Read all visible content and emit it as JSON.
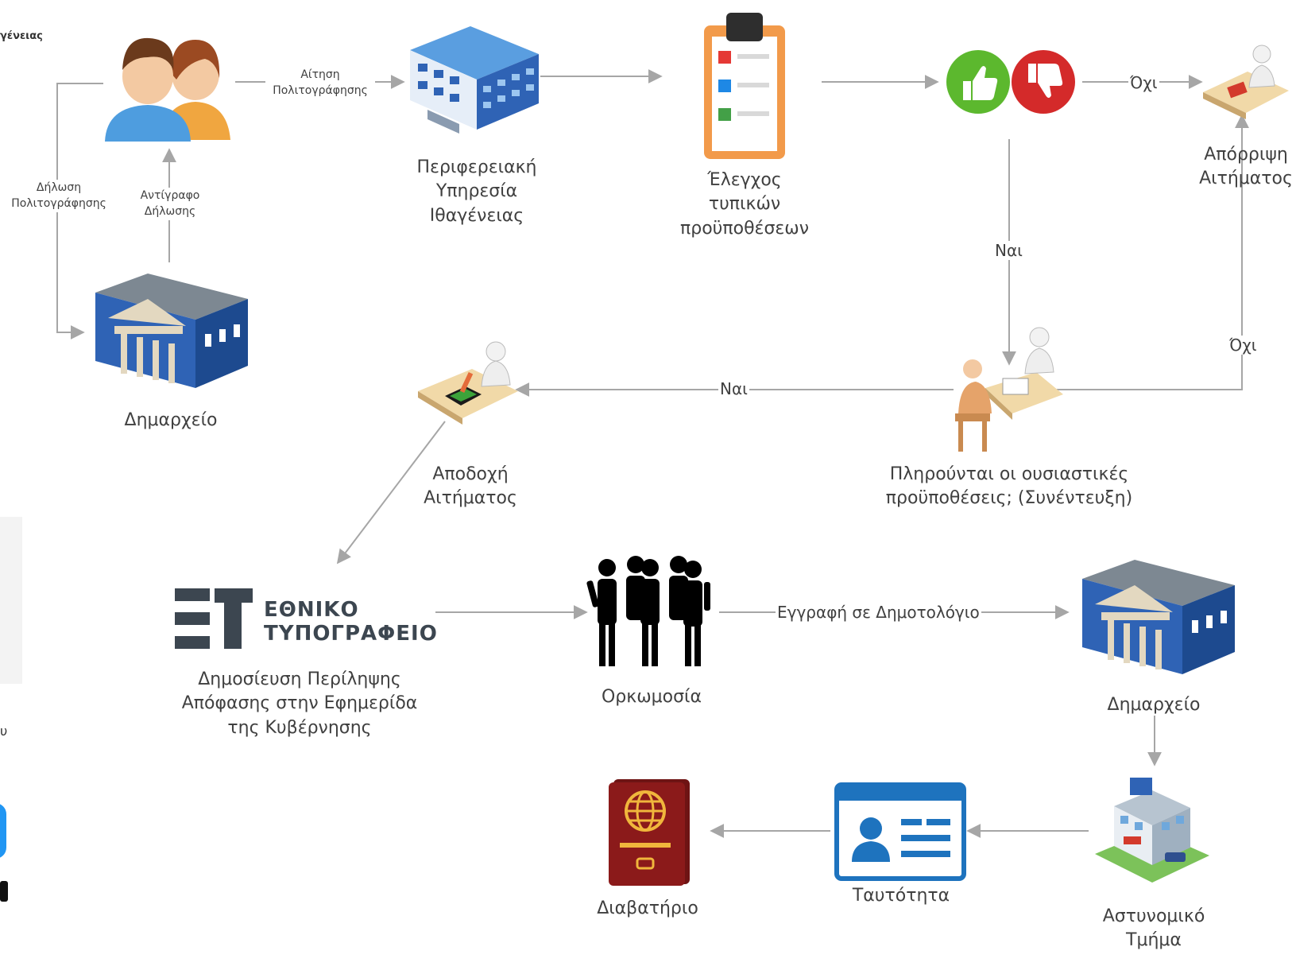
{
  "left_fragments": {
    "top": "γένειας",
    "bottom": "υ"
  },
  "nodes": {
    "citizens": "",
    "regional_service": "Περιφερειακή\nΥπηρεσία\nΙθαγένειας",
    "formal_check": "Έλεγχος\nτυπικών\nπροϋποθέσεων",
    "rejection": "Απόρριψη\nΑιτήματος",
    "town_hall_1": "Δημαρχείο",
    "acceptance": "Αποδοχή\nΑιτήματος",
    "interview": "Πληρούνται οι ουσιαστικές\nπροϋποθέσεις; (Συνέντευξη)",
    "gazette": "Δημοσίευση Περίληψης\nΑπόφασης στην Εφημερίδα\nτης Κυβέρνησης",
    "oath": "Ορκωμοσία",
    "town_hall_2": "Δημαρχείο",
    "police": "Αστυνομικό\nΤμήμα",
    "id_card": "Ταυτότητα",
    "passport": "Διαβατήριο"
  },
  "logo": {
    "line1": "ΕΘΝΙΚΟ",
    "line2": "ΤΥΠΟΓΡΑΦΕΙΟ"
  },
  "edges": {
    "application": "Αίτηση\nΠολιτογράφησης",
    "declaration": "Δήλωση\nΠολιτογράφησης",
    "copy": "Αντίγραφο\nΔήλωσης",
    "no_top": "Όχι",
    "yes_down": "Ναι",
    "no_right": "Όχι",
    "yes_left": "Ναι",
    "registry": "Εγγραφή σε Δημοτολόγιο"
  },
  "colors": {
    "arrow": "#a6a6a6",
    "building_blue": "#2f63b5",
    "gazette_dark": "#3c4650",
    "id_blue": "#1e73be",
    "passport_red": "#8b1a1a",
    "thumb_green": "#5cb82e",
    "thumb_red": "#d42a2a",
    "clipboard_orange": "#f29a4a"
  }
}
